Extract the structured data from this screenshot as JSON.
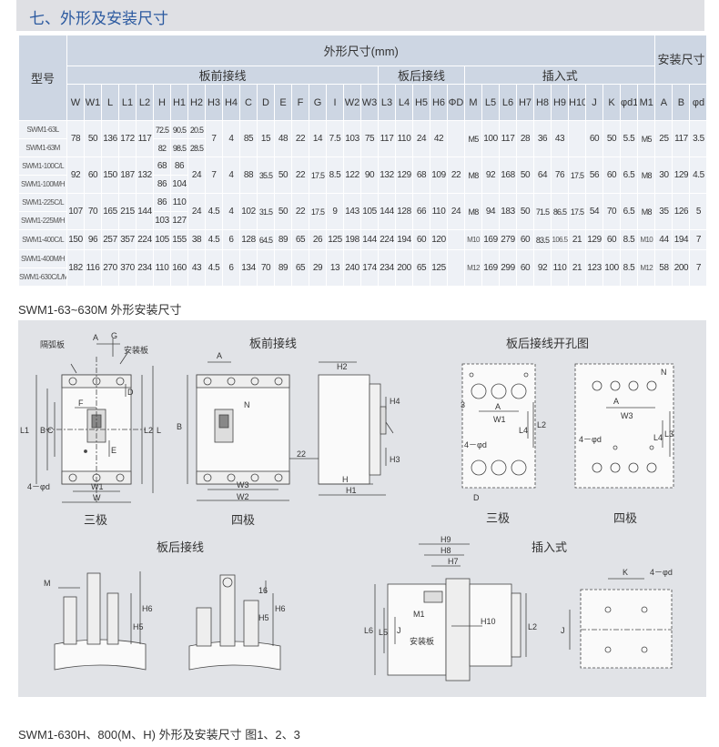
{
  "section_title": "七、外形及安装尺寸",
  "table": {
    "model_header": "型号",
    "dims_header": "外形尺寸(mm)",
    "install_header": "安装尺寸",
    "group_front": "板前接线",
    "group_rear": "板后接线",
    "group_plugin": "插入式",
    "cols": [
      "W",
      "W1",
      "L",
      "L1",
      "L2",
      "H",
      "H1",
      "H2",
      "H3",
      "H4",
      "C",
      "D",
      "E",
      "F",
      "G",
      "I",
      "W2",
      "W3",
      "L3",
      "L4",
      "H5",
      "H6",
      "ΦD",
      "M",
      "L5",
      "L6",
      "H7",
      "H8",
      "H9",
      "H10",
      "J",
      "K",
      "φd1",
      "M1",
      "A",
      "B",
      "φd"
    ],
    "rows": [
      {
        "m1": "SWM1-63L",
        "m2": "SWM1-63M",
        "W": "78",
        "W1": "50",
        "L": "136",
        "L1": "172",
        "L2": "117",
        "H_a": "72.5",
        "H_b": "82",
        "H1_a": "90.5",
        "H1_b": "98.5",
        "H2_a": "20.5",
        "H2_b": "28.5",
        "H3": "7",
        "H4": "4",
        "C": "85",
        "D": "15",
        "E": "48",
        "F": "22",
        "G": "14",
        "I": "7.5",
        "W2": "103",
        "W3": "75",
        "L3": "117",
        "L4": "110",
        "H5": "24",
        "H6": "42",
        "PD": "",
        "M": "M5",
        "L5": "100",
        "L6": "117",
        "H7": "28",
        "H8": "36",
        "H9": "43",
        "H10": "",
        "J": "60",
        "K": "50",
        "d1": "5.5",
        "M1": "M5",
        "A": "25",
        "B": "117",
        "d": "3.5"
      },
      {
        "m1": "SWM1-100C/L",
        "m2": "SWM1-100M/H",
        "W": "92",
        "W1": "60",
        "L": "150",
        "L1": "187",
        "L2": "132",
        "H_a": "68",
        "H_b": "86",
        "H1_a": "86",
        "H1_b": "104",
        "H2": "24",
        "H3": "7",
        "H4": "4",
        "C": "88",
        "D": "35.5",
        "E": "50",
        "F": "22",
        "G": "17.5",
        "I": "8.5",
        "W2": "122",
        "W3": "90",
        "L3": "132",
        "L4": "129",
        "H5": "68",
        "H6": "109",
        "PD": "22",
        "M": "M8",
        "L5": "92",
        "L6": "168",
        "H7": "50",
        "H8": "64",
        "H9": "76",
        "H10": "17.5",
        "J": "56",
        "K": "60",
        "d1": "6.5",
        "M1": "M8",
        "A": "30",
        "B": "129",
        "d": "4.5"
      },
      {
        "m1": "SWM1-225C/L",
        "m2": "SWM1-225M/H",
        "W": "107",
        "W1": "70",
        "L": "165",
        "L1": "215",
        "L2": "144",
        "H_a": "86",
        "H_b": "103",
        "H1_a": "110",
        "H1_b": "127",
        "H2": "24",
        "H3": "4.5",
        "H4": "4",
        "C": "102",
        "D": "31.5",
        "E": "50",
        "F": "22",
        "G": "17.5",
        "I": "9",
        "W2": "143",
        "W3": "105",
        "L3": "144",
        "L4": "128",
        "H5": "66",
        "H6": "110",
        "PD": "24",
        "M": "M8",
        "L5": "94",
        "L6": "183",
        "H7": "50",
        "H8": "71.5",
        "H9": "86.5",
        "H10": "17.5",
        "J": "54",
        "K": "70",
        "d1": "6.5",
        "M1": "M8",
        "A": "35",
        "B": "126",
        "d": "5"
      },
      {
        "m1": "SWM1-400C/L",
        "W": "150",
        "W1": "96",
        "L": "257",
        "L1": "357",
        "L2": "224",
        "H": "105",
        "H1": "155",
        "H2": "38",
        "H3": "4.5",
        "H4": "6",
        "C": "128",
        "D": "64.5",
        "E": "89",
        "F": "65",
        "G": "26",
        "I": "125",
        "W2": "198",
        "W3": "144",
        "L3": "224",
        "L4": "194",
        "H5": "60",
        "H6": "120",
        "PD": "",
        "M": "M10",
        "L5": "169",
        "L6": "279",
        "H7": "60",
        "H8": "83.5",
        "H9": "106.5",
        "H10": "21",
        "J": "129",
        "K": "60",
        "d1": "8.5",
        "M1": "M10",
        "A": "44",
        "B": "194",
        "d": "7"
      },
      {
        "m1": "SWM1-400M/H",
        "m2": "SWM1-630C/L/M",
        "W": "182",
        "W1": "116",
        "L": "270",
        "L1": "370",
        "L2": "234",
        "H": "110",
        "H1": "160",
        "H2": "43",
        "H3": "4.5",
        "H4": "6",
        "C": "134",
        "D": "70",
        "E": "89",
        "F": "65",
        "G": "29",
        "I": "13",
        "W2": "240",
        "W3": "174",
        "L3": "234",
        "L4": "200",
        "H5": "65",
        "H6": "125",
        "PD": "",
        "M": "M12",
        "L5": "169",
        "L6": "299",
        "H7": "60",
        "H8": "92",
        "H9": "110",
        "H10": "21",
        "J": "123",
        "K": "100",
        "d1": "8.5",
        "M1": "M12",
        "A": "58",
        "B": "200",
        "d": "7"
      }
    ]
  },
  "caption_1": "SWM1-63~630M 外形安装尺寸",
  "drawings": {
    "front_wiring": "板前接线",
    "rear_hole": "板后接线开孔图",
    "three_pole": "三极",
    "four_pole": "四极",
    "three_pole_2": "三极",
    "four_pole_2": "四极",
    "rear_wiring": "板后接线",
    "plug_in": "插入式",
    "arc_plate": "隔弧板",
    "mount_plate": "安装板",
    "mount_plate_2": "安装板",
    "phi_d": "4－φd",
    "phi_d_2": "4－φd",
    "phi_d_3": "4－φd",
    "phi_d_4": "4－φd",
    "dim_22": "22",
    "dim_16": "16",
    "dim_3": "3",
    "labels": {
      "A": "A",
      "G": "G",
      "D": "D",
      "L1": "L1",
      "B": "B",
      "C": "C",
      "F": "F",
      "E": "E",
      "L2": "L2",
      "L": "L",
      "W1": "W1",
      "W": "W",
      "N": "N",
      "W3": "W3",
      "W2": "W2",
      "H2": "H2",
      "H4": "H4",
      "H3": "H3",
      "H1": "H1",
      "H": "H",
      "L3": "L3",
      "L4": "L4",
      "M": "M",
      "H5": "H5",
      "H6": "H6",
      "H9": "H9",
      "H8": "H8",
      "H7": "H7",
      "M1": "M1",
      "H10": "H10",
      "L6": "L6",
      "L5": "L5",
      "J": "J",
      "K": "K"
    }
  },
  "caption_2": "SWM1-630H、800(M、H) 外形及安装尺寸  图1、2、3"
}
